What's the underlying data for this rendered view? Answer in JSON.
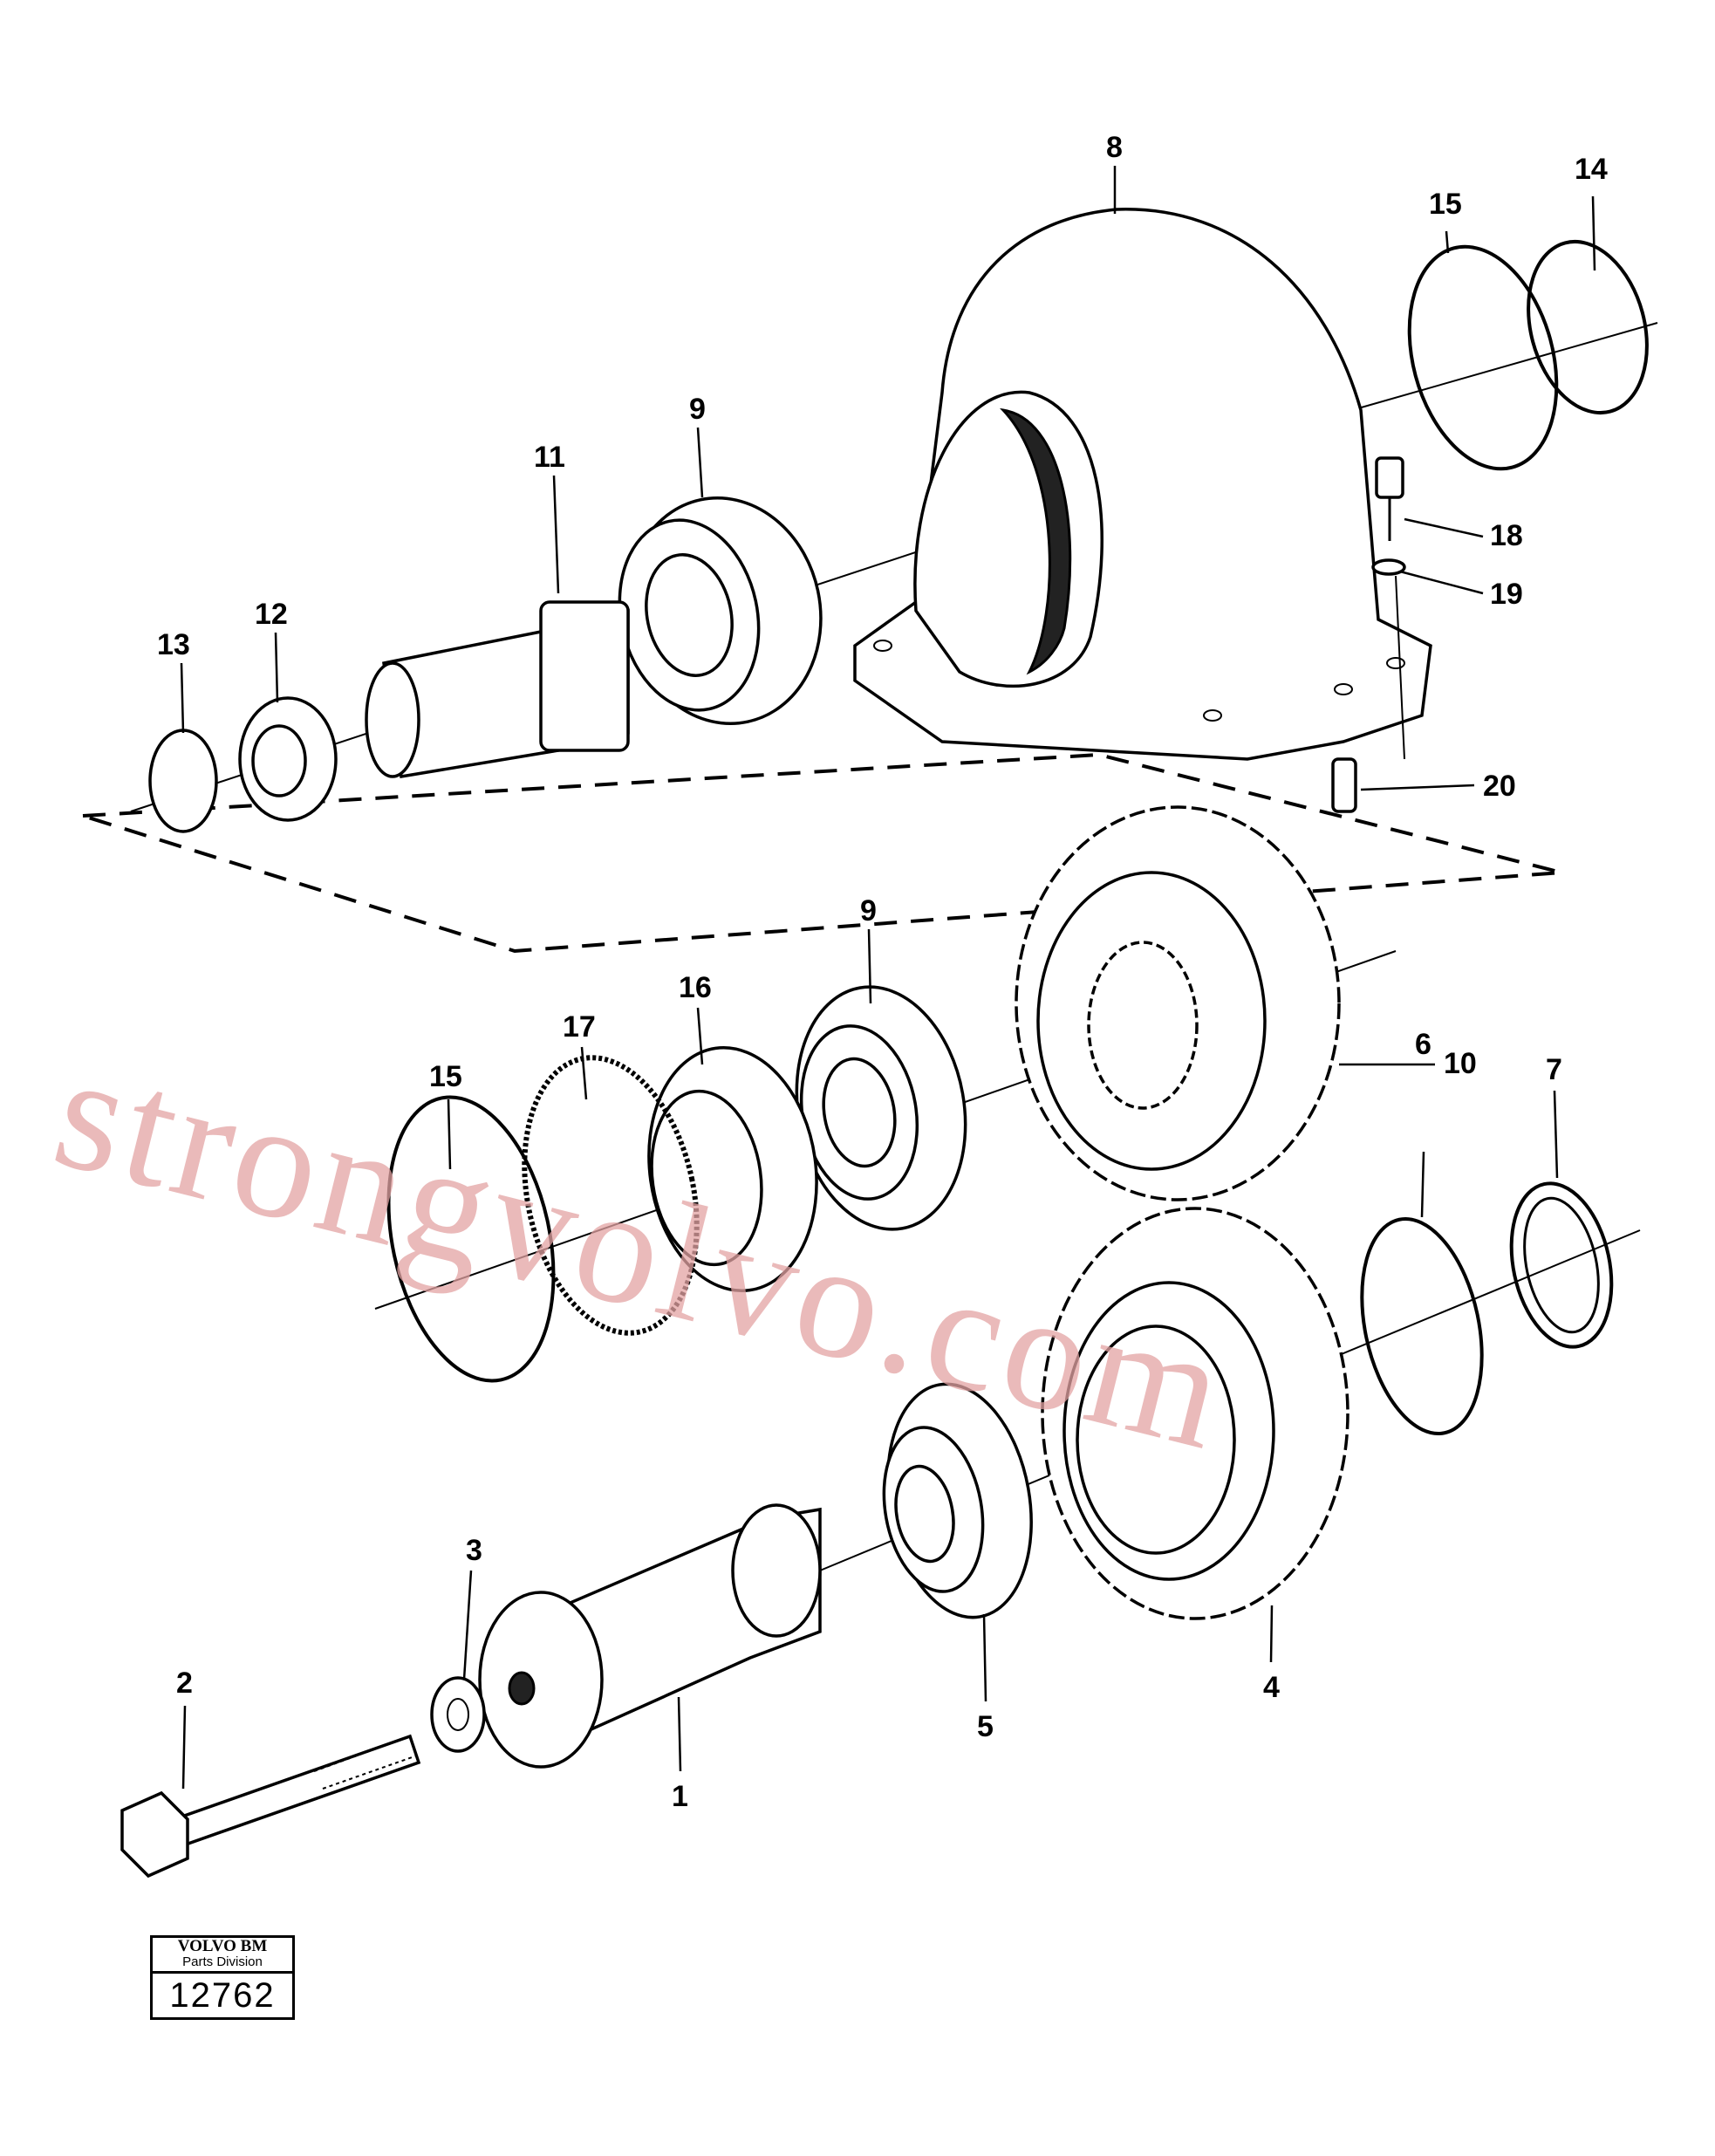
{
  "callouts": [
    "1",
    "2",
    "3",
    "4",
    "5",
    "6",
    "7",
    "8",
    "9",
    "9",
    "10",
    "11",
    "12",
    "13",
    "14",
    "15",
    "15",
    "16",
    "17",
    "18",
    "19",
    "20"
  ],
  "watermark_text": "strongvolvo.com",
  "stamp": {
    "brand": "VOLVO BM",
    "division": "Parts Division",
    "number": "12762"
  }
}
